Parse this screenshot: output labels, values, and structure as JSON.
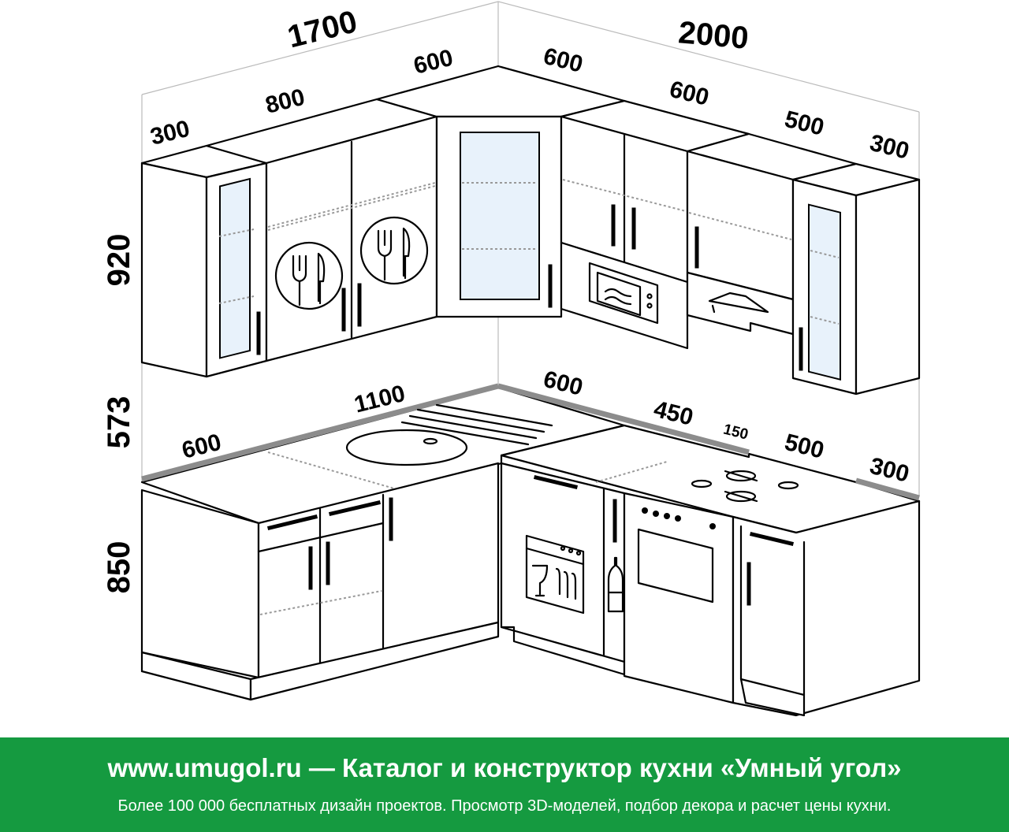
{
  "dimensions": {
    "total_left": "1700",
    "total_right": "2000",
    "upper_left_end": "300",
    "upper_left_main": "800",
    "upper_corner_left": "600",
    "upper_corner_right": "600",
    "upper_right_main": "600",
    "upper_right_hood": "500",
    "upper_right_end": "300",
    "height_upper": "920",
    "height_gap": "573",
    "height_lower": "850",
    "counter_left_end": "600",
    "counter_left_main": "1100",
    "counter_right_corner": "600",
    "counter_right_dishwasher": "450",
    "counter_right_bottle": "150",
    "counter_right_stove": "500",
    "counter_right_end": "300"
  },
  "footer": {
    "title": "www.umugol.ru — Каталог и конструктор кухни «Умный угол»",
    "subtitle": "Более 100 000 бесплатных дизайн проектов. Просмотр 3D-моделей, подбор декора и расчет цены кухни."
  },
  "colors": {
    "footer_bg": "#159a40",
    "footer_text": "#ffffff",
    "edge_gray": "#8c8c8c"
  }
}
